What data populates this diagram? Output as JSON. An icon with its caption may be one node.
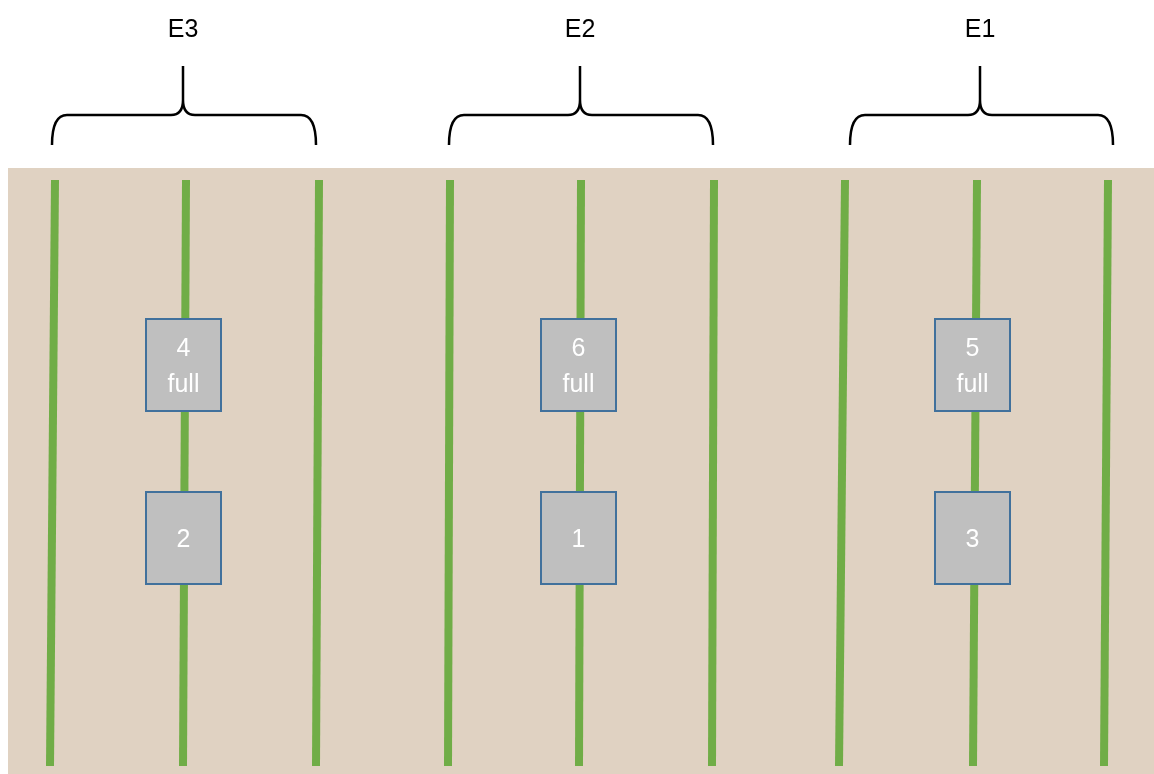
{
  "diagram": {
    "nodes": [
      {
        "text": [
          "4 full"
        ]
      },
      {
        "text": [
          "6 full"
        ]
      },
      {
        "text": [
          "5 full"
        ]
      },
      {
        "text": [
          "2"
        ]
      },
      {
        "text": [
          "1"
        ]
      },
      {
        "text": [
          "3"
        ]
      }
    ],
    "labels": [
      "E3",
      "E2",
      "E1"
    ]
  }
}
